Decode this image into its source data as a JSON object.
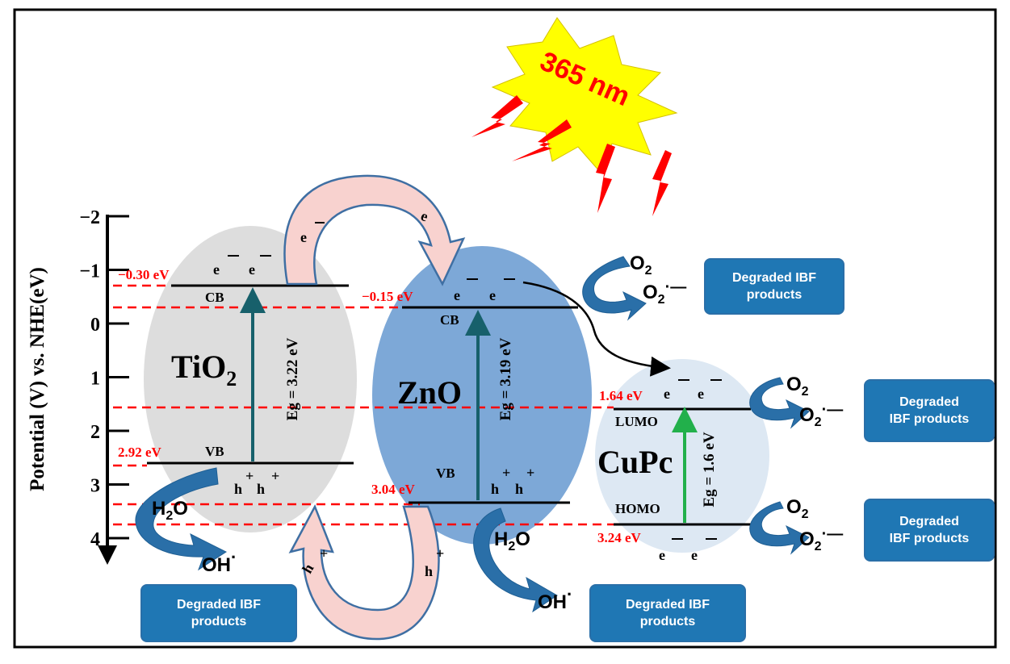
{
  "axis": {
    "title": "Potential (V) vs. NHE(eV)",
    "ticks": [
      "−2",
      "−1",
      "0",
      "1",
      "2",
      "3",
      "4"
    ]
  },
  "light": {
    "label": "365 nm"
  },
  "tio2": {
    "name_main": "TiO",
    "name_sub": "2",
    "cb_label": "CB",
    "vb_label": "VB",
    "cb_energy": "−0.30 eV",
    "vb_energy": "2.92 eV",
    "gap_label": "Eg = 3.22 eV"
  },
  "zno": {
    "name": "ZnO",
    "cb_label": "CB",
    "vb_label": "VB",
    "cb_energy": "−0.15 eV",
    "vb_energy": "3.04 eV",
    "gap_label": "Eg = 3.19 eV"
  },
  "cupc": {
    "name": "CuPc",
    "lumo_label": "LUMO",
    "homo_label": "HOMO",
    "lumo_energy": "1.64 eV",
    "homo_energy": "3.24 eV",
    "gap_label": "Eg = 1.6 eV"
  },
  "carriers": {
    "electron": "e",
    "hole": "h"
  },
  "species": {
    "o2": "O",
    "o2_sub": "2",
    "superoxide": "O",
    "superoxide_sub": "2",
    "superoxide_sup": "·—",
    "water": "H",
    "water_sub": "2",
    "water_tail": "O",
    "hydroxyl": "OH",
    "hydroxyl_sup": "·"
  },
  "products": {
    "label": "Degraded IBF\nproducts",
    "label_alt": "Degraded\nIBF products"
  },
  "colors": {
    "tio2_fill": "#d9d9d9",
    "zno_fill": "#6f9fd3",
    "cupc_fill": "#dbe7f2",
    "dash": "#ff0000",
    "energy_text": "#ff0000",
    "arrow_teal": "#17606b",
    "arrow_green": "#22b04b",
    "box_blue": "#1f77b4",
    "curve_fill": "#f8d2cf",
    "curve_stroke": "#3f6fa3",
    "sun": "#ffff00",
    "bolt": "#ff0000"
  }
}
